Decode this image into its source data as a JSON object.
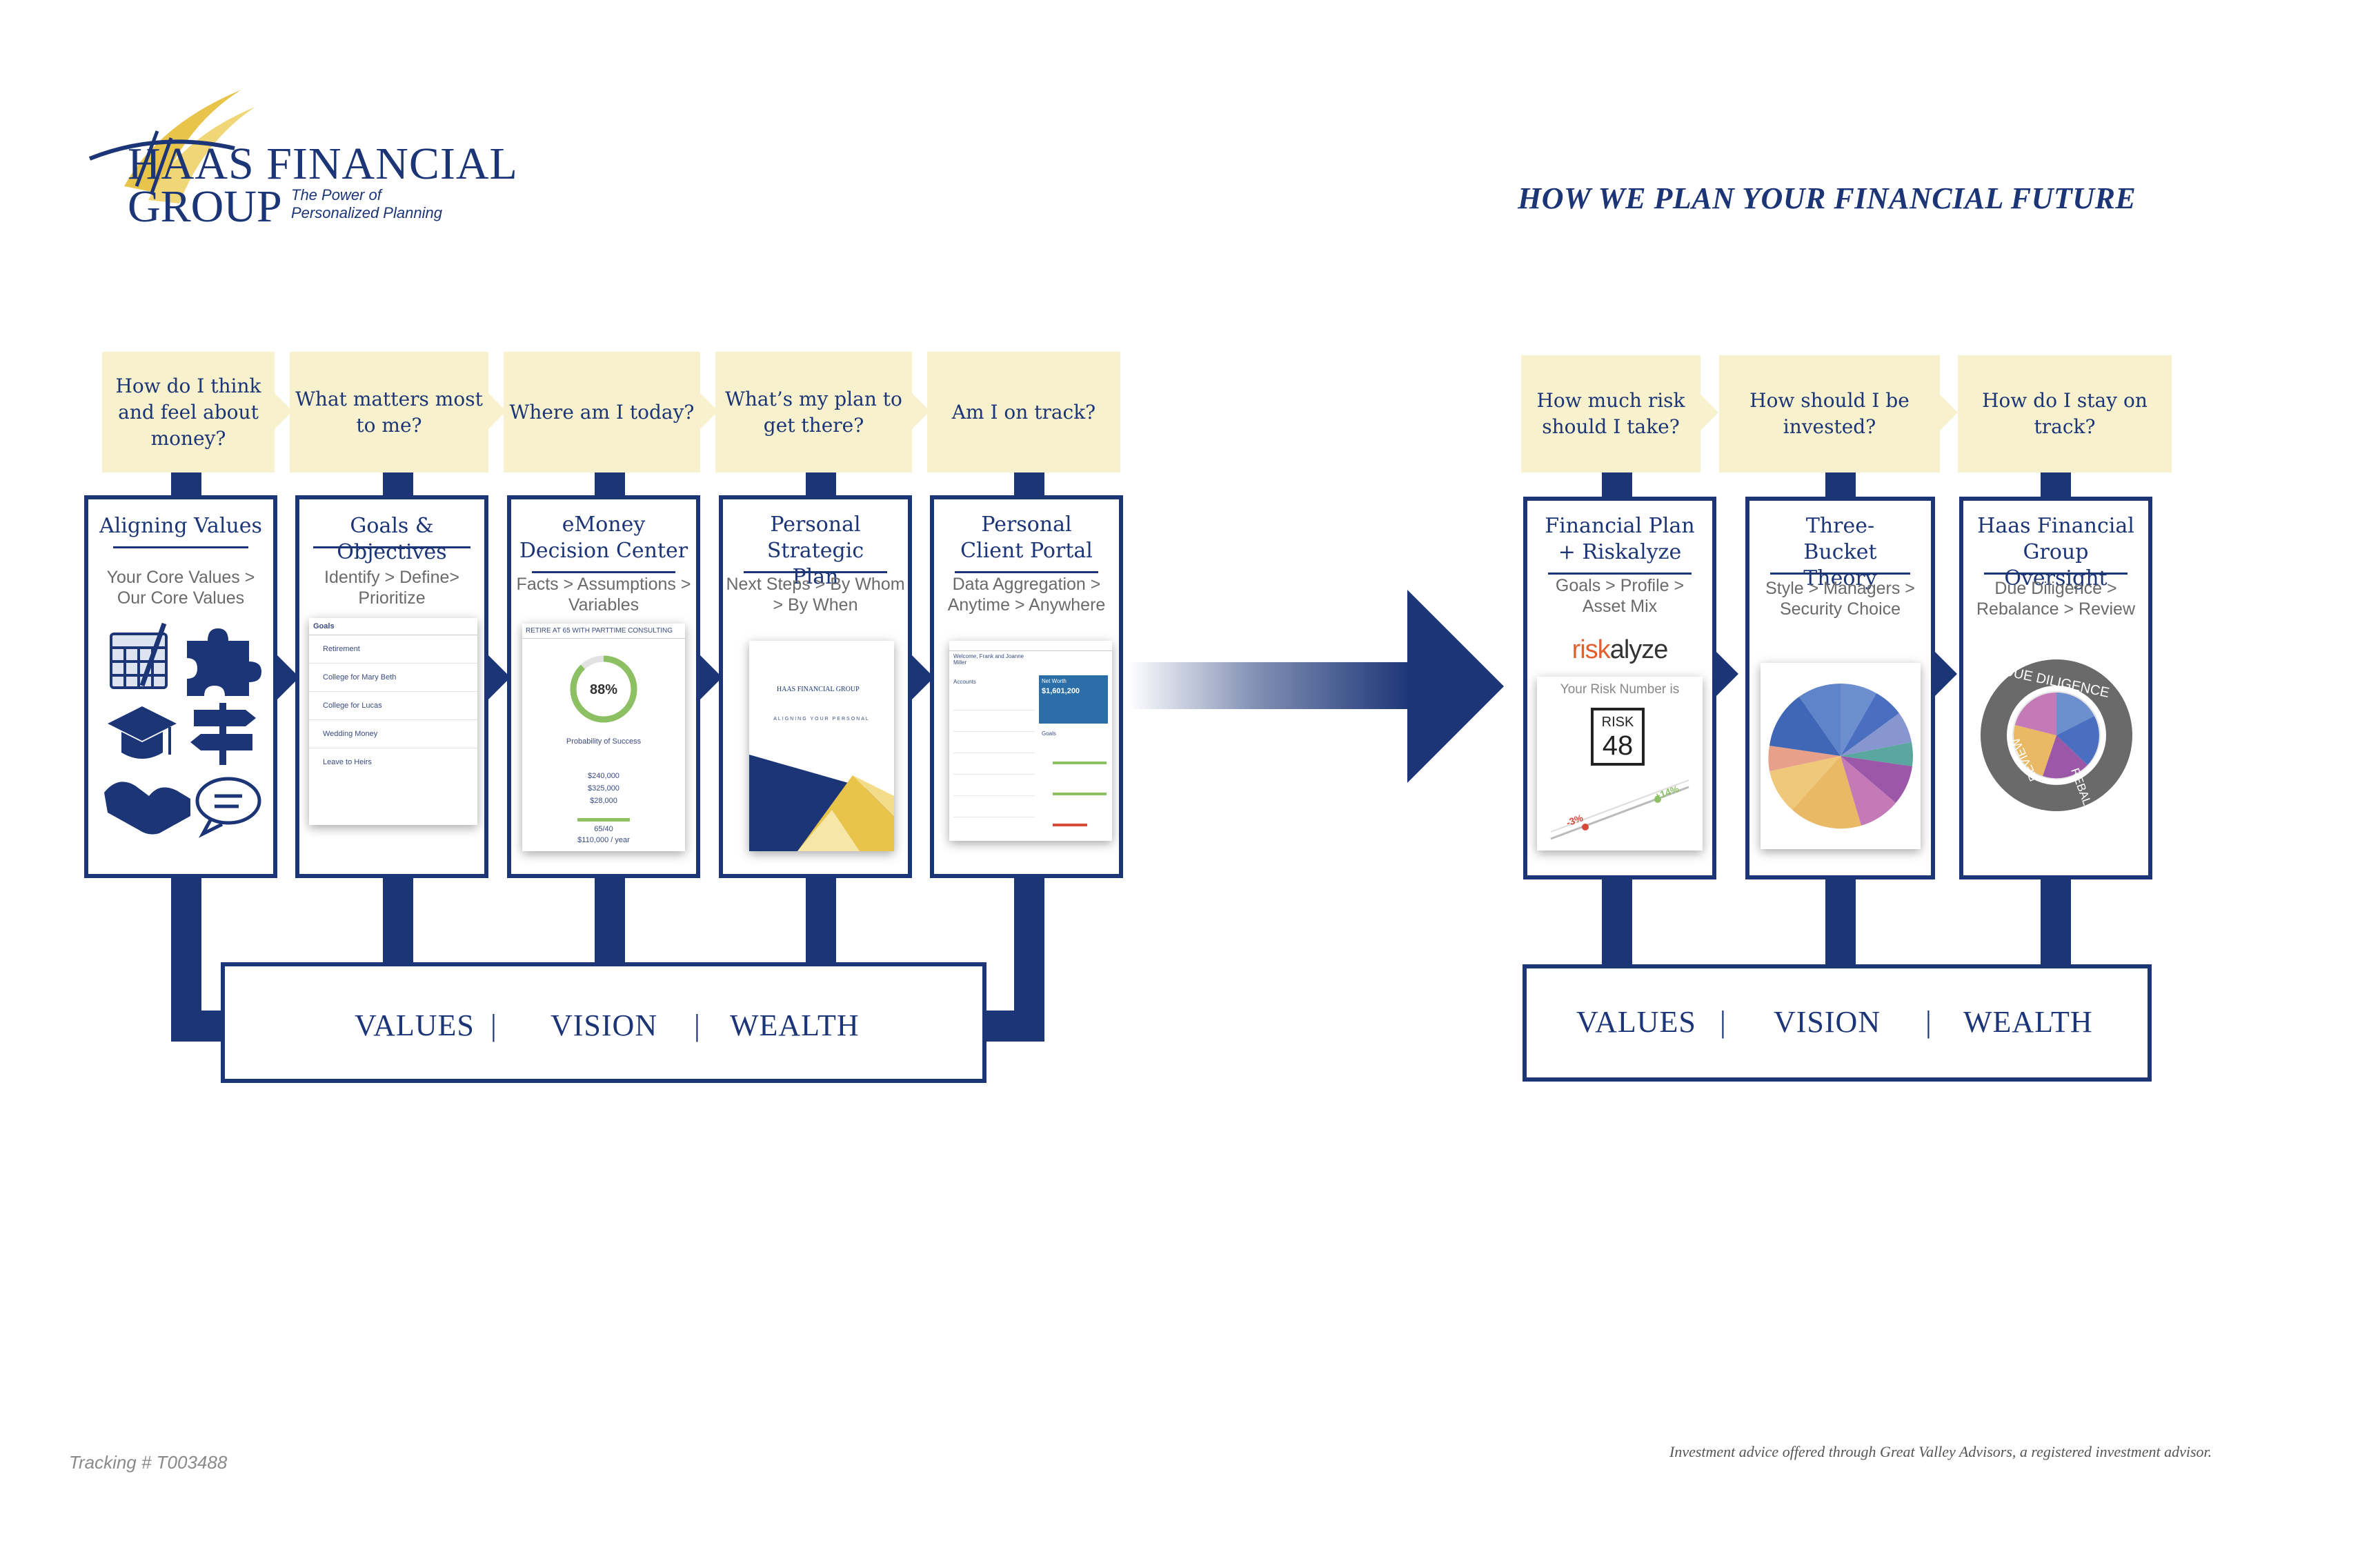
{
  "logo": {
    "line1": "HAAS FINANCIAL",
    "line2": "GROUP",
    "tagline1": "The Power of",
    "tagline2": "Personalized Planning"
  },
  "title": "HOW WE PLAN YOUR FINANCIAL FUTURE",
  "left_questions": [
    "How do I think and feel about money?",
    "What matters most to me?",
    "Where am I today?",
    "What’s my plan to get there?",
    "Am I on track?"
  ],
  "left_cards": [
    {
      "title": "Aligning Values",
      "sub": "Your Core Values > Our Core Values"
    },
    {
      "title": "Goals & Objectives",
      "sub": "Identify > Define> Prioritize"
    },
    {
      "title": "eMoney Decision Center",
      "sub": "Facts > Assumptions > Variables"
    },
    {
      "title": "Personal Strategic Plan",
      "sub": "Next Steps > By Whom > By When"
    },
    {
      "title": "Personal Client Portal",
      "sub": "Data Aggregation > Anytime > Anywhere"
    }
  ],
  "right_questions": [
    "How much risk should I take?",
    "How should I be invested?",
    "How do I stay on track?"
  ],
  "right_cards": [
    {
      "title": "Financial Plan + Riskalyze",
      "sub": "Goals > Profile > Asset Mix"
    },
    {
      "title": "Three-Bucket Theory",
      "sub": "Style > Managers > Security Choice"
    },
    {
      "title": "Haas Financial Group Oversight",
      "sub": "Due Diligence > Rebalance > Review"
    }
  ],
  "values_bar": {
    "values": "VALUES",
    "vision": "VISION",
    "wealth": "WEALTH",
    "sep": "|"
  },
  "goals_screen": {
    "header": "Goals",
    "items": [
      "Retirement",
      "College for Mary Beth",
      "College for Lucas",
      "Wedding Money",
      "Leave to Heirs"
    ]
  },
  "emoney_screen": {
    "header": "RETIRE AT 65 WITH PARTTIME CONSULTING",
    "percent": "88%",
    "caption": "Probability of Success",
    "values": [
      "$240,000",
      "$325,000",
      "$28,000"
    ],
    "footer1": "65/40",
    "footer2": "$110,000 / year"
  },
  "plan_screen": {
    "brand": "HAAS FINANCIAL GROUP",
    "tagline": "ALIGNING YOUR PERSONAL"
  },
  "portal_screen": {
    "name": "Welcome, Frank and Joanne Miller",
    "net_worth_label": "Net Worth",
    "net_worth": "$1,601,200",
    "accounts_label": "Accounts",
    "goals_label": "Goals"
  },
  "riskalyze": {
    "brand_a": "risk",
    "brand_b": "alyze",
    "label": "Your Risk Number is",
    "risk_word": "RISK",
    "risk_number": "48",
    "neg": "-3%",
    "pos": "+14%"
  },
  "oversight_ring": {
    "top": "DUE DILIGENCE",
    "right": "REBALANCE",
    "left": "REVIEW"
  },
  "footer": {
    "tracking": "Tracking # T003488",
    "disclaimer": "Investment advice offered through Great Valley Advisors, a registered investment advisor."
  },
  "colors": {
    "navy": "#1c3577",
    "cream": "#f7f2cd",
    "gold": "#e8c44a"
  }
}
